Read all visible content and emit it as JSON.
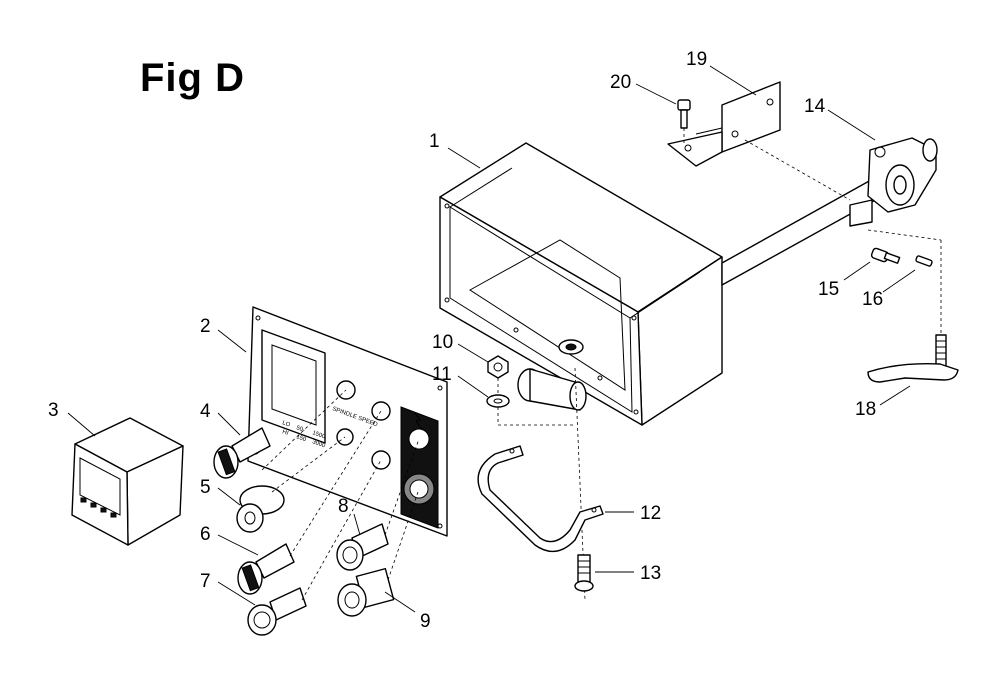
{
  "figure": {
    "title": "Fig D"
  },
  "panel_text": {
    "spindle_speed": "SPINDLE SPEED",
    "lo": "LO",
    "hi": "HI",
    "r50": "50-",
    "r1500": "1500",
    "r3000": "3000",
    "r150": "150"
  },
  "callouts": [
    "1",
    "2",
    "3",
    "4",
    "5",
    "6",
    "7",
    "8",
    "9",
    "10",
    "11",
    "12",
    "13",
    "14",
    "15",
    "16",
    "18",
    "19",
    "20"
  ]
}
